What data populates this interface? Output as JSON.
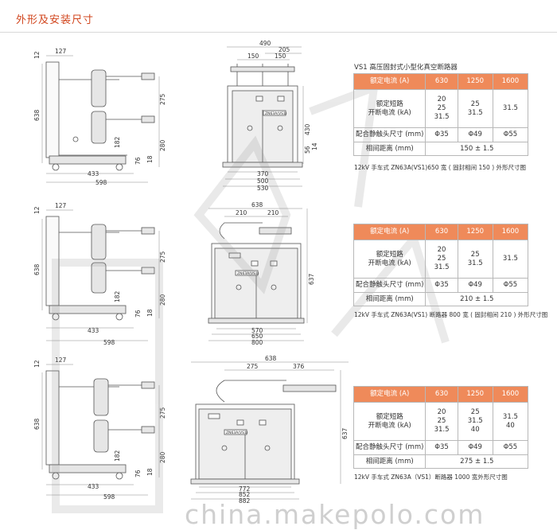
{
  "page_title": "外形及安装尺寸",
  "watermark_text": "china.makepolo.com",
  "colors": {
    "accent": "#d1451d",
    "table_header": "#ef8a5a"
  },
  "drawings": [
    {
      "side": {
        "top_w": "127",
        "h_small": "12",
        "h_total": "638",
        "h_275": "275",
        "h_280": "280",
        "h_182": "182",
        "h_76": "76",
        "h_18": "18",
        "w_433": "433",
        "w_598": "598"
      },
      "front": {
        "w_490": "490",
        "w_205": "205",
        "w_150a": "150",
        "w_150b": "150",
        "h_430": "430",
        "h_56": "56",
        "h_14": "14",
        "w_370": "370",
        "w_500": "500",
        "w_530": "530",
        "label": "ZN63A(VS1)"
      }
    },
    {
      "side": {
        "top_w": "127",
        "h_small": "12",
        "h_total": "638",
        "h_275": "275",
        "h_280": "280",
        "h_182": "182",
        "h_76": "76",
        "h_18": "18",
        "w_433": "433",
        "w_598": "598"
      },
      "front": {
        "w_638": "638",
        "w_210a": "210",
        "w_210b": "210",
        "h_637": "637",
        "w_570": "570",
        "w_650": "650",
        "w_800": "800",
        "label": "ZN63A(VS1)"
      }
    },
    {
      "side": {
        "top_w": "127",
        "h_small": "12",
        "h_total": "638",
        "h_275": "275",
        "h_280": "280",
        "h_182": "182",
        "h_76": "76",
        "h_18": "18",
        "w_433": "433",
        "w_598": "598"
      },
      "front": {
        "w_638": "638",
        "w_275": "275",
        "w_376": "376",
        "h_637": "637",
        "w_772": "772",
        "w_852": "852",
        "w_882": "882",
        "label": "ZN63A(VS1)"
      }
    }
  ],
  "specs": [
    {
      "title": "VS1 高压固封式小型化真空断路器",
      "header": [
        "额定电流 (A)",
        "630",
        "1250",
        "1600"
      ],
      "breaking_label": [
        "额定短路",
        "开断电流 (kA)"
      ],
      "breaking_630": [
        "20",
        "25",
        "31.5"
      ],
      "breaking_1250": [
        "25",
        "31.5"
      ],
      "breaking_1600": [
        "31.5"
      ],
      "contact_label": "配合静触头尺寸 (mm)",
      "contact": [
        "Φ35",
        "Φ49",
        "Φ55"
      ],
      "spacing_label": "相间距离 (mm)",
      "spacing": "150 ± 1.5",
      "caption": "12kV 手车式 ZN63A(VS1)650 宽 ( 固封相间 150 ) 外形尺寸图"
    },
    {
      "title": "",
      "header": [
        "额定电流 (A)",
        "630",
        "1250",
        "1600"
      ],
      "breaking_label": [
        "额定短路",
        "开断电流 (kA)"
      ],
      "breaking_630": [
        "20",
        "25",
        "31.5"
      ],
      "breaking_1250": [
        "25",
        "31.5"
      ],
      "breaking_1600": [
        "31.5"
      ],
      "contact_label": "配合静触头尺寸 (mm)",
      "contact": [
        "Φ35",
        "Φ49",
        "Φ55"
      ],
      "spacing_label": "相间距离 (mm)",
      "spacing": "210 ± 1.5",
      "caption": "12kV 手车式 ZN63A(VS1) 断路器 800 宽 ( 固封相间 210 ) 外形尺寸图"
    },
    {
      "title": "",
      "header": [
        "额定电流 (A)",
        "630",
        "1250",
        "1600"
      ],
      "breaking_label": [
        "额定短路",
        "开断电流 (kA)"
      ],
      "breaking_630": [
        "20",
        "25",
        "31.5"
      ],
      "breaking_1250": [
        "25",
        "31.5",
        "40"
      ],
      "breaking_1600": [
        "31.5",
        "40"
      ],
      "contact_label": "配合静触头尺寸 (mm)",
      "contact": [
        "Φ35",
        "Φ49",
        "Φ55"
      ],
      "spacing_label": "相间距离 (mm)",
      "spacing": "275 ± 1.5",
      "caption": "12kV 手车式 ZN63A（VS1）断路器 1000 宽外形尺寸图"
    }
  ]
}
